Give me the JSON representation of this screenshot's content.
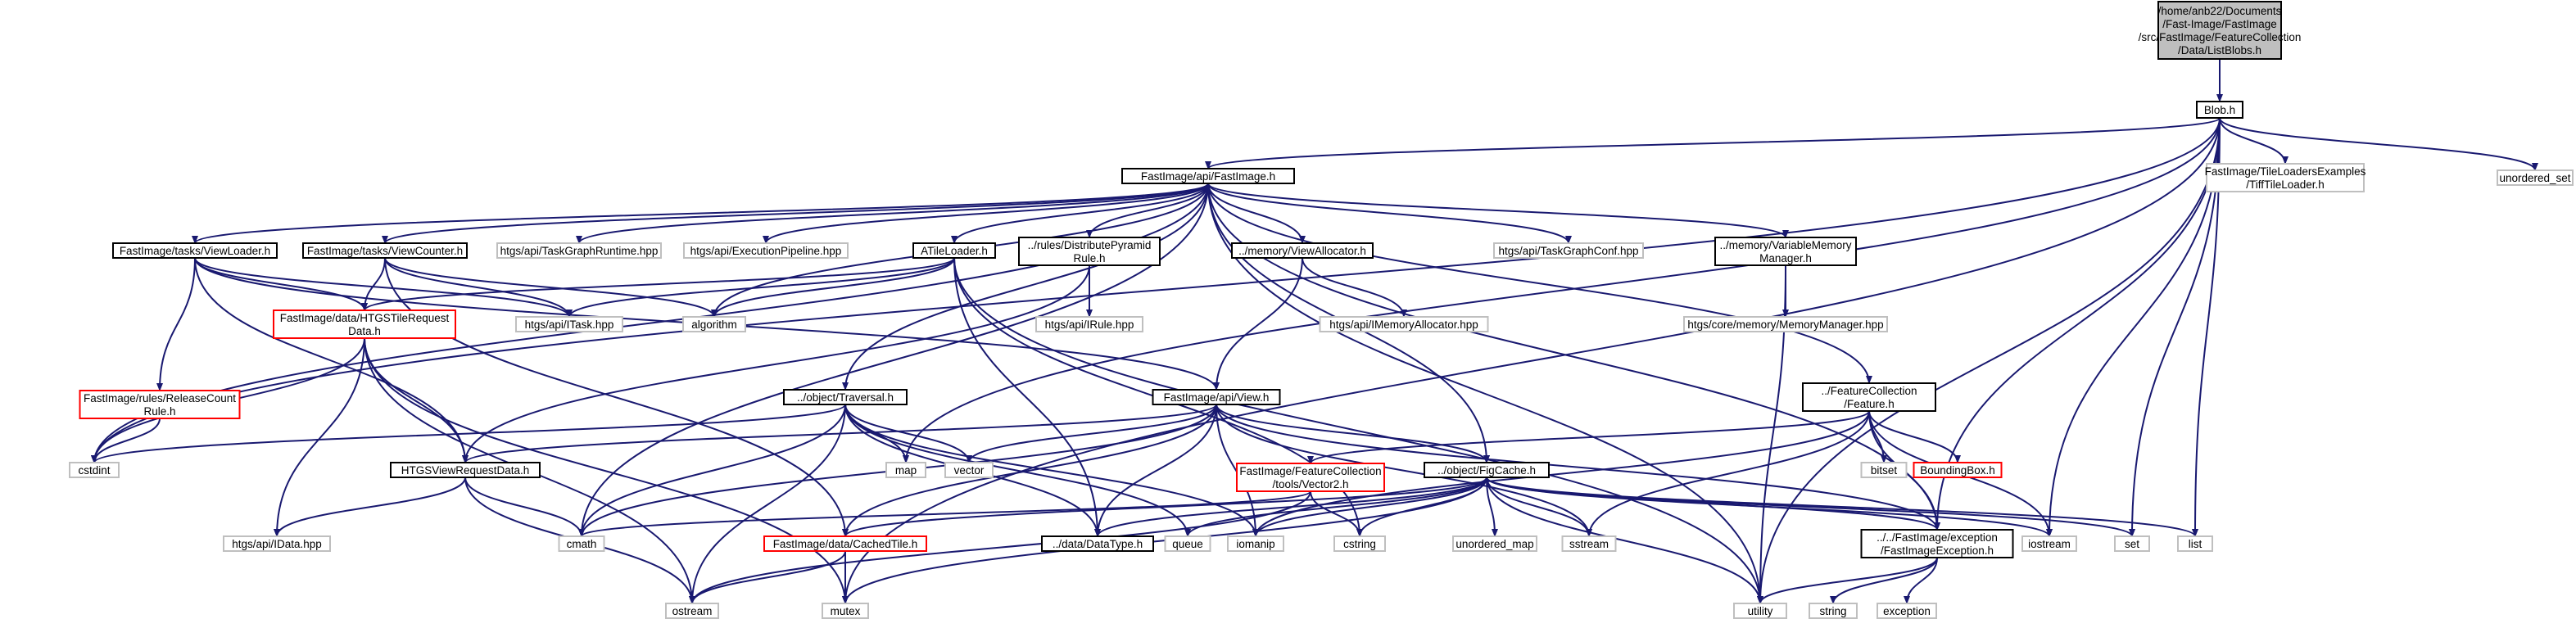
{
  "graph": {
    "colors": {
      "edge": "#191970",
      "root_fill": "#bfbfbf",
      "documented": "#000000",
      "external": "#bfbfbf",
      "truncated": "#ff0000"
    },
    "nodes": [
      {
        "id": "listblobs",
        "lines": [
          "/home/anb22/Documents",
          "/Fast-Image/FastImage",
          "/src/FastImage/FeatureCollection",
          "/Data/ListBlobs.h"
        ],
        "style": "root"
      },
      {
        "id": "blob",
        "lines": [
          "Blob.h"
        ],
        "style": "black"
      },
      {
        "id": "fastimage",
        "lines": [
          "FastImage/api/FastImage.h"
        ],
        "style": "black"
      },
      {
        "id": "tiffloader",
        "lines": [
          "FastImage/TileLoadersExamples",
          "/TiffTileLoader.h"
        ],
        "style": "gray"
      },
      {
        "id": "unordered_set",
        "lines": [
          "unordered_set"
        ],
        "style": "gray"
      },
      {
        "id": "viewloader",
        "lines": [
          "FastImage/tasks/ViewLoader.h"
        ],
        "style": "black"
      },
      {
        "id": "viewcounter",
        "lines": [
          "FastImage/tasks/ViewCounter.h"
        ],
        "style": "black"
      },
      {
        "id": "taskgraphruntime",
        "lines": [
          "htgs/api/TaskGraphRuntime.hpp"
        ],
        "style": "gray"
      },
      {
        "id": "executionpipeline",
        "lines": [
          "htgs/api/ExecutionPipeline.hpp"
        ],
        "style": "gray"
      },
      {
        "id": "atileloader",
        "lines": [
          "ATileLoader.h"
        ],
        "style": "black"
      },
      {
        "id": "distpyramid",
        "lines": [
          "../rules/DistributePyramid",
          "Rule.h"
        ],
        "style": "black"
      },
      {
        "id": "viewallocator",
        "lines": [
          "../memory/ViewAllocator.h"
        ],
        "style": "black"
      },
      {
        "id": "taskgraphconf",
        "lines": [
          "htgs/api/TaskGraphConf.hpp"
        ],
        "style": "gray"
      },
      {
        "id": "varmem",
        "lines": [
          "../memory/VariableMemory",
          "Manager.h"
        ],
        "style": "black"
      },
      {
        "id": "htgstilereq",
        "lines": [
          "FastImage/data/HTGSTileRequest",
          "Data.h"
        ],
        "style": "red"
      },
      {
        "id": "itask",
        "lines": [
          "htgs/api/ITask.hpp"
        ],
        "style": "gray"
      },
      {
        "id": "algorithm",
        "lines": [
          "algorithm"
        ],
        "style": "gray"
      },
      {
        "id": "irule",
        "lines": [
          "htgs/api/IRule.hpp"
        ],
        "style": "gray"
      },
      {
        "id": "imemalloc",
        "lines": [
          "htgs/api/IMemoryAllocator.hpp"
        ],
        "style": "gray"
      },
      {
        "id": "memmanager",
        "lines": [
          "htgs/core/memory/MemoryManager.hpp"
        ],
        "style": "gray"
      },
      {
        "id": "releasecount",
        "lines": [
          "FastImage/rules/ReleaseCount",
          "Rule.h"
        ],
        "style": "red"
      },
      {
        "id": "traversal",
        "lines": [
          "../object/Traversal.h"
        ],
        "style": "black"
      },
      {
        "id": "view",
        "lines": [
          "FastImage/api/View.h"
        ],
        "style": "black"
      },
      {
        "id": "feature",
        "lines": [
          "../FeatureCollection",
          "/Feature.h"
        ],
        "style": "black"
      },
      {
        "id": "cstdint",
        "lines": [
          "cstdint"
        ],
        "style": "gray"
      },
      {
        "id": "htgsviewreq",
        "lines": [
          "HTGSViewRequestData.h"
        ],
        "style": "black"
      },
      {
        "id": "map",
        "lines": [
          "map"
        ],
        "style": "gray"
      },
      {
        "id": "vector",
        "lines": [
          "vector"
        ],
        "style": "gray"
      },
      {
        "id": "vector2",
        "lines": [
          "FastImage/FeatureCollection",
          "/tools/Vector2.h"
        ],
        "style": "red"
      },
      {
        "id": "figcache",
        "lines": [
          "../object/FigCache.h"
        ],
        "style": "black"
      },
      {
        "id": "bitset",
        "lines": [
          "bitset"
        ],
        "style": "gray"
      },
      {
        "id": "boundingbox",
        "lines": [
          "BoundingBox.h"
        ],
        "style": "red"
      },
      {
        "id": "idata",
        "lines": [
          "htgs/api/IData.hpp"
        ],
        "style": "gray"
      },
      {
        "id": "cmath",
        "lines": [
          "cmath"
        ],
        "style": "gray"
      },
      {
        "id": "cachedtile",
        "lines": [
          "FastImage/data/CachedTile.h"
        ],
        "style": "red"
      },
      {
        "id": "datatype",
        "lines": [
          "../data/DataType.h"
        ],
        "style": "black"
      },
      {
        "id": "queue",
        "lines": [
          "queue"
        ],
        "style": "gray"
      },
      {
        "id": "iomanip",
        "lines": [
          "iomanip"
        ],
        "style": "gray"
      },
      {
        "id": "cstring",
        "lines": [
          "cstring"
        ],
        "style": "gray"
      },
      {
        "id": "unordered_map",
        "lines": [
          "unordered_map"
        ],
        "style": "gray"
      },
      {
        "id": "sstream",
        "lines": [
          "sstream"
        ],
        "style": "gray"
      },
      {
        "id": "fiexception",
        "lines": [
          "../../FastImage/exception",
          "/FastImageException.h"
        ],
        "style": "black"
      },
      {
        "id": "iostream",
        "lines": [
          "iostream"
        ],
        "style": "gray"
      },
      {
        "id": "set",
        "lines": [
          "set"
        ],
        "style": "gray"
      },
      {
        "id": "list",
        "lines": [
          "list"
        ],
        "style": "gray"
      },
      {
        "id": "ostream",
        "lines": [
          "ostream"
        ],
        "style": "gray"
      },
      {
        "id": "mutex",
        "lines": [
          "mutex"
        ],
        "style": "gray"
      },
      {
        "id": "utility",
        "lines": [
          "utility"
        ],
        "style": "gray"
      },
      {
        "id": "string",
        "lines": [
          "string"
        ],
        "style": "gray"
      },
      {
        "id": "exception",
        "lines": [
          "exception"
        ],
        "style": "gray"
      }
    ],
    "edges": [
      [
        "listblobs",
        "blob"
      ],
      [
        "blob",
        "fastimage"
      ],
      [
        "blob",
        "tiffloader"
      ],
      [
        "blob",
        "unordered_set"
      ],
      [
        "blob",
        "cstdint"
      ],
      [
        "blob",
        "mutex"
      ],
      [
        "blob",
        "map"
      ],
      [
        "blob",
        "iostream"
      ],
      [
        "blob",
        "set"
      ],
      [
        "blob",
        "list"
      ],
      [
        "blob",
        "utility"
      ],
      [
        "blob",
        "fiexception"
      ],
      [
        "fastimage",
        "viewloader"
      ],
      [
        "fastimage",
        "viewcounter"
      ],
      [
        "fastimage",
        "taskgraphruntime"
      ],
      [
        "fastimage",
        "executionpipeline"
      ],
      [
        "fastimage",
        "atileloader"
      ],
      [
        "fastimage",
        "distpyramid"
      ],
      [
        "fastimage",
        "viewallocator"
      ],
      [
        "fastimage",
        "taskgraphconf"
      ],
      [
        "fastimage",
        "varmem"
      ],
      [
        "fastimage",
        "feature"
      ],
      [
        "fastimage",
        "fiexception"
      ],
      [
        "fastimage",
        "figcache"
      ],
      [
        "fastimage",
        "traversal"
      ],
      [
        "fastimage",
        "algorithm"
      ],
      [
        "fastimage",
        "cstdint"
      ],
      [
        "fastimage",
        "cmath"
      ],
      [
        "fastimage",
        "utility"
      ],
      [
        "viewloader",
        "htgstilereq"
      ],
      [
        "viewloader",
        "itask"
      ],
      [
        "viewloader",
        "releasecount"
      ],
      [
        "viewloader",
        "htgsviewreq"
      ],
      [
        "viewloader",
        "view"
      ],
      [
        "viewcounter",
        "htgstilereq"
      ],
      [
        "viewcounter",
        "itask"
      ],
      [
        "viewcounter",
        "algorithm"
      ],
      [
        "viewcounter",
        "cachedtile"
      ],
      [
        "atileloader",
        "htgstilereq"
      ],
      [
        "atileloader",
        "itask"
      ],
      [
        "atileloader",
        "algorithm"
      ],
      [
        "atileloader",
        "cstring"
      ],
      [
        "atileloader",
        "datatype"
      ],
      [
        "atileloader",
        "utility"
      ],
      [
        "distpyramid",
        "irule"
      ],
      [
        "distpyramid",
        "htgsviewreq"
      ],
      [
        "viewallocator",
        "imemalloc"
      ],
      [
        "viewallocator",
        "view"
      ],
      [
        "varmem",
        "memmanager"
      ],
      [
        "varmem",
        "utility"
      ],
      [
        "htgstilereq",
        "htgsviewreq"
      ],
      [
        "htgstilereq",
        "idata"
      ],
      [
        "htgstilereq",
        "mutex"
      ],
      [
        "htgstilereq",
        "ostream"
      ],
      [
        "htgstilereq",
        "cstdint"
      ],
      [
        "releasecount",
        "cstdint"
      ],
      [
        "traversal",
        "cstdint"
      ],
      [
        "traversal",
        "map"
      ],
      [
        "traversal",
        "vector"
      ],
      [
        "traversal",
        "cmath"
      ],
      [
        "traversal",
        "datatype"
      ],
      [
        "traversal",
        "queue"
      ],
      [
        "traversal",
        "iomanip"
      ],
      [
        "traversal",
        "ostream"
      ],
      [
        "view",
        "htgsviewreq"
      ],
      [
        "view",
        "figcache"
      ],
      [
        "view",
        "vector"
      ],
      [
        "view",
        "cachedtile"
      ],
      [
        "view",
        "datatype"
      ],
      [
        "view",
        "iomanip"
      ],
      [
        "view",
        "sstream"
      ],
      [
        "view",
        "fiexception"
      ],
      [
        "view",
        "cmath"
      ],
      [
        "feature",
        "vector2"
      ],
      [
        "feature",
        "bitset"
      ],
      [
        "feature",
        "boundingbox"
      ],
      [
        "feature",
        "sstream"
      ],
      [
        "feature",
        "iostream"
      ],
      [
        "feature",
        "fiexception"
      ],
      [
        "feature",
        "iomanip"
      ],
      [
        "htgsviewreq",
        "idata"
      ],
      [
        "htgsviewreq",
        "cmath"
      ],
      [
        "htgsviewreq",
        "ostream"
      ],
      [
        "vector2",
        "cmath"
      ],
      [
        "vector2",
        "cstring"
      ],
      [
        "vector2",
        "ostream"
      ],
      [
        "figcache",
        "cachedtile"
      ],
      [
        "figcache",
        "datatype"
      ],
      [
        "figcache",
        "queue"
      ],
      [
        "figcache",
        "iomanip"
      ],
      [
        "figcache",
        "cstring"
      ],
      [
        "figcache",
        "unordered_map"
      ],
      [
        "figcache",
        "sstream"
      ],
      [
        "figcache",
        "fiexception"
      ],
      [
        "figcache",
        "iostream"
      ],
      [
        "figcache",
        "set"
      ],
      [
        "figcache",
        "list"
      ],
      [
        "figcache",
        "mutex"
      ],
      [
        "figcache",
        "utility"
      ],
      [
        "cachedtile",
        "ostream"
      ],
      [
        "cachedtile",
        "mutex"
      ],
      [
        "fiexception",
        "utility"
      ],
      [
        "fiexception",
        "string"
      ],
      [
        "fiexception",
        "exception"
      ]
    ]
  }
}
